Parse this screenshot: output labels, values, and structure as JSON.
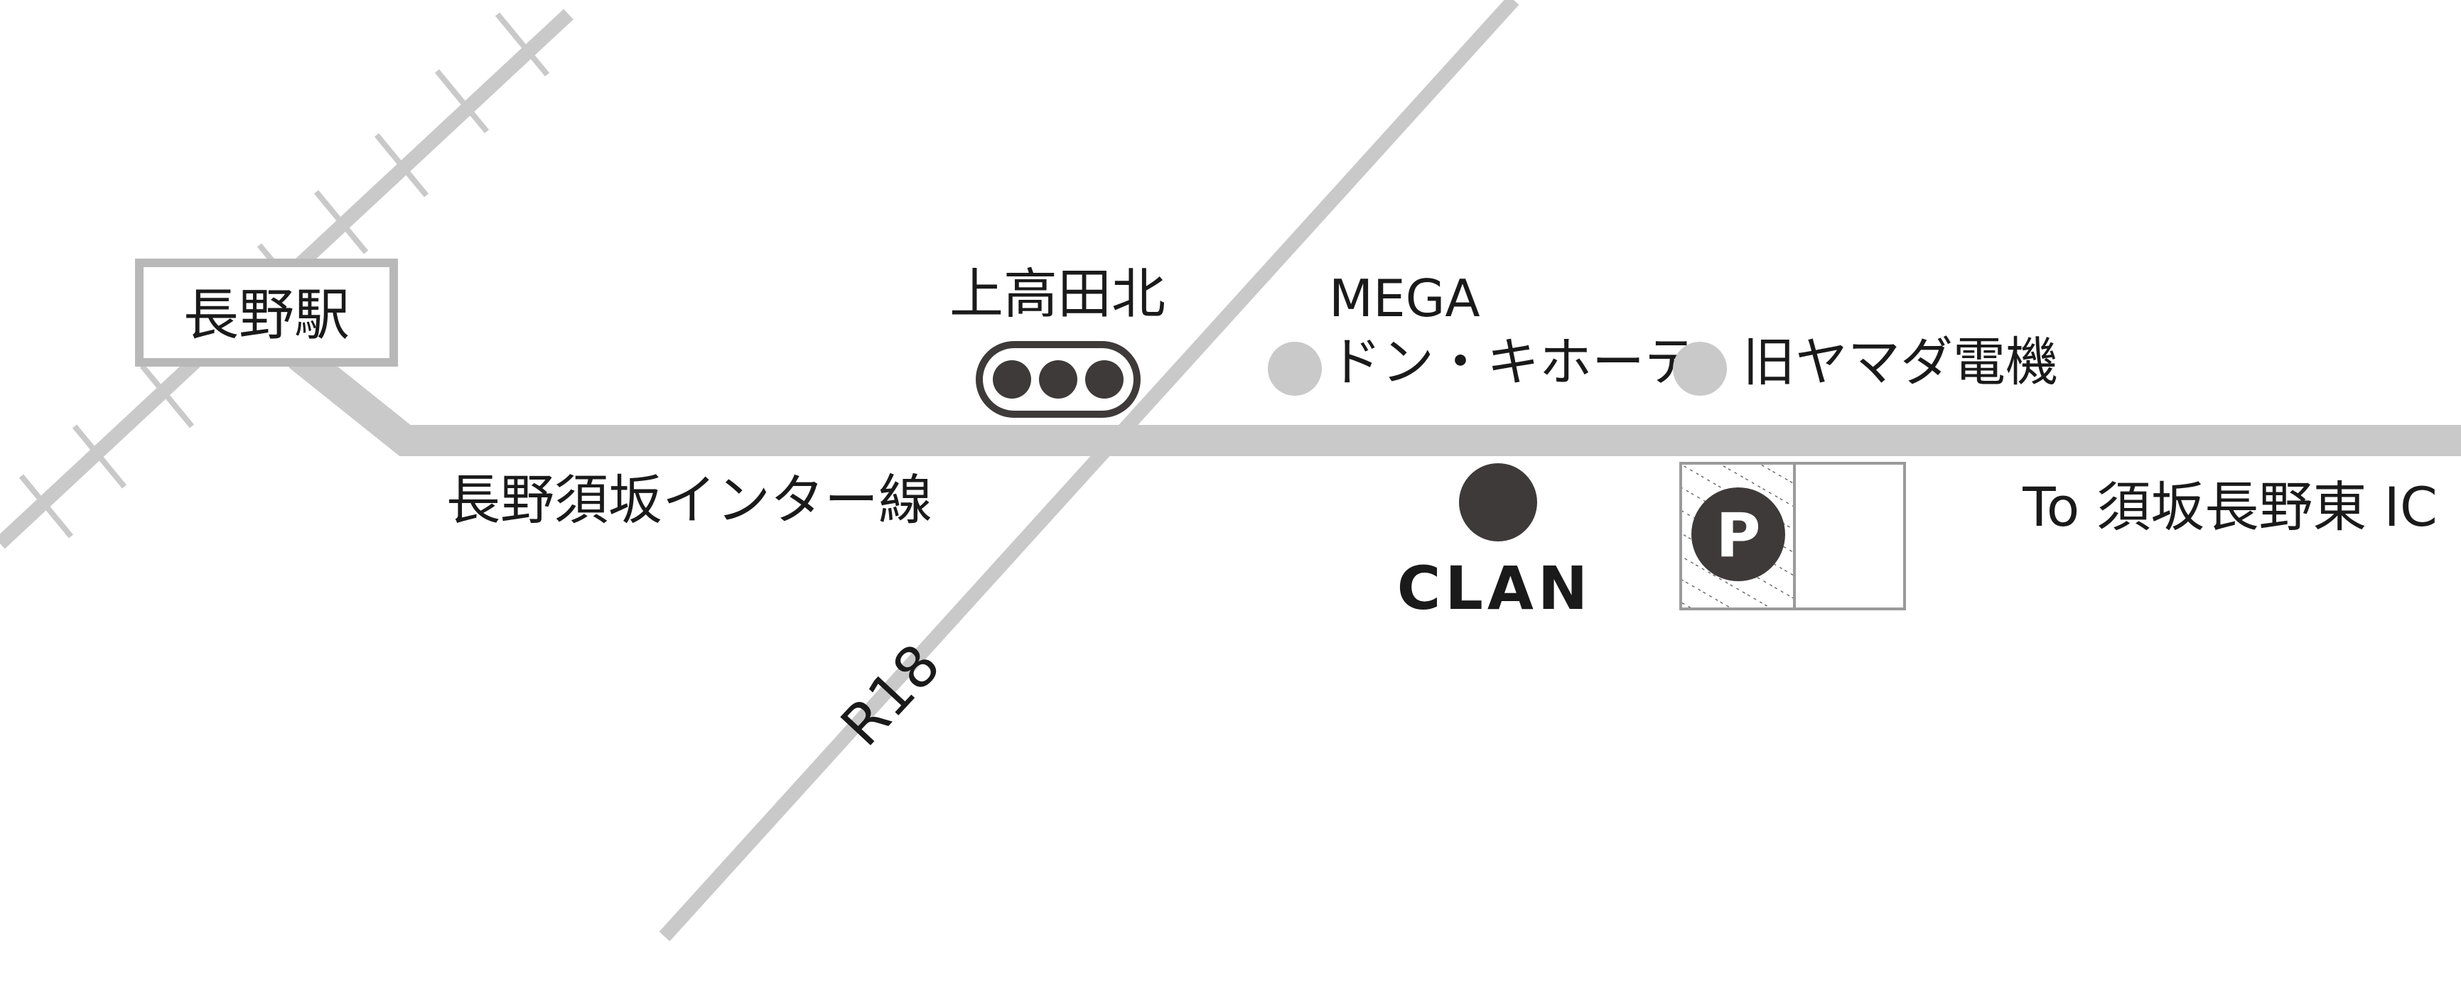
{
  "colors": {
    "road": "#c9c9c9",
    "rail": "#c9c9c9",
    "station_border": "#b8b8b8",
    "poi_marker": "#c9c9c9",
    "target_marker": "#3e3a39",
    "text": "#1a1a1a",
    "parking_border": "#9a9a9a"
  },
  "station": {
    "label": "長野駅"
  },
  "roads": {
    "main_label": "長野須坂インター線",
    "r18_label": "R18",
    "direction_label": "To 須坂長野東 IC"
  },
  "intersection": {
    "label": "上高田北",
    "icon": "traffic-signal-icon"
  },
  "landmarks": [
    {
      "line1": "MEGA",
      "line2": "ドン・キホーテ"
    },
    {
      "line1": "旧ヤマダ電機"
    }
  ],
  "target": {
    "label": "CLAN"
  },
  "parking": {
    "glyph": "P",
    "icon": "parking-icon"
  }
}
